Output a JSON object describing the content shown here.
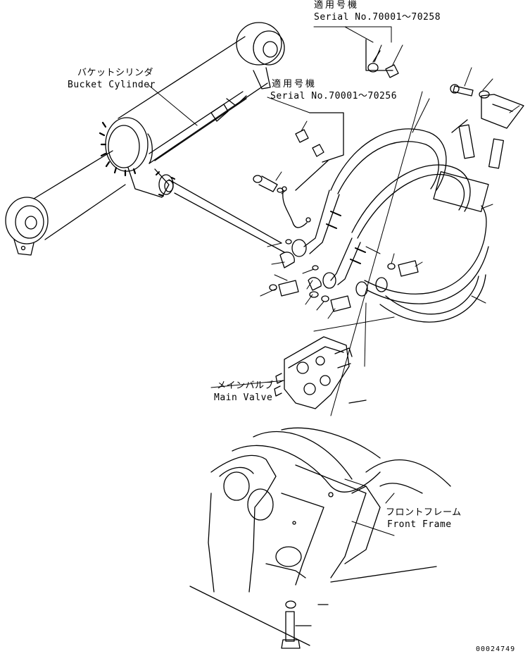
{
  "labels": {
    "serial_top_jp": "適用号機",
    "serial_top_en": "Serial No.70001～70258",
    "serial_mid_jp": "適用号機",
    "serial_mid_en": "Serial No.70001～70256",
    "bucket_cylinder_jp": "バケットシリンダ",
    "bucket_cylinder_en": "Bucket Cylinder",
    "main_valve_jp": "メインバルブ",
    "main_valve_en": "Main Valve",
    "front_frame_jp": "フロントフレーム",
    "front_frame_en": "Front Frame",
    "drawing_number": "00024749"
  },
  "colors": {
    "line": "#000000",
    "background": "#ffffff"
  }
}
